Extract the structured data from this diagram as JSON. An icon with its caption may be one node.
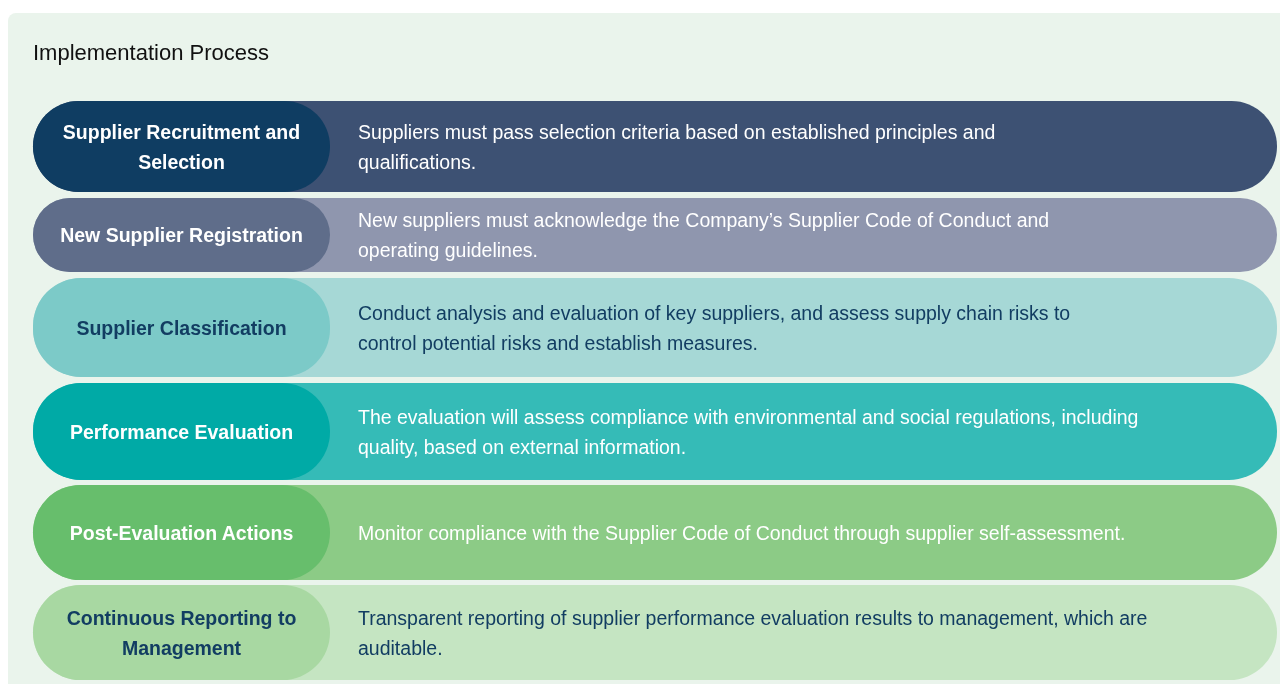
{
  "diagram": {
    "title": "Implementation Process",
    "nodes": [
      {
        "text": [
          "Supplier Recruitment and Selection",
          "Suppliers must pass selection criteria based on established principles and qualifications."
        ]
      },
      {
        "text": [
          "New Supplier Registration",
          "New suppliers must acknowledge the Company’s Supplier Code of Conduct and operating guidelines."
        ]
      },
      {
        "text": [
          "Supplier Classification",
          "Conduct analysis and evaluation of key suppliers, and assess supply chain risks to control potential risks and establish measures."
        ]
      },
      {
        "text": [
          "Performance Evaluation",
          "The evaluation will assess compliance with environmental and social regulations, including quality, based on external information."
        ]
      },
      {
        "text": [
          "Post-Evaluation Actions",
          "Monitor compliance with the Supplier Code of Conduct through supplier self-assessment."
        ]
      },
      {
        "text": [
          "Continuous Reporting to Management",
          "Transparent reporting of supplier performance evaluation results to management, which are auditable."
        ]
      }
    ],
    "edges": []
  }
}
